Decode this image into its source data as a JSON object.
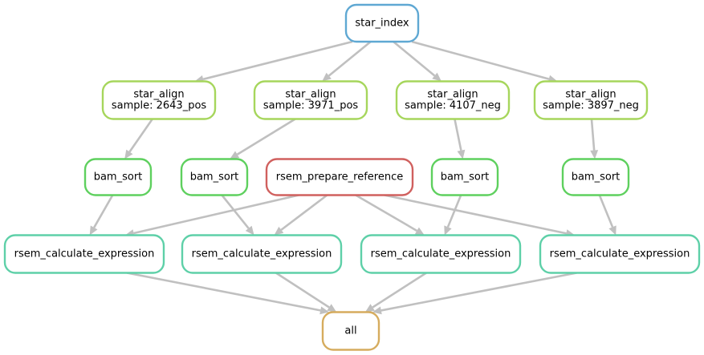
{
  "workflow": {
    "nodes": [
      {
        "id": "star_index",
        "lines": [
          "star_index"
        ],
        "color": "#5fa8d3"
      },
      {
        "id": "align_2643",
        "lines": [
          "star_align",
          "sample: 2643_pos"
        ],
        "color": "#a6d65c"
      },
      {
        "id": "align_3971",
        "lines": [
          "star_align",
          "sample: 3971_pos"
        ],
        "color": "#a6d65c"
      },
      {
        "id": "align_4107",
        "lines": [
          "star_align",
          "sample: 4107_neg"
        ],
        "color": "#a6d65c"
      },
      {
        "id": "align_3897",
        "lines": [
          "star_align",
          "sample: 3897_neg"
        ],
        "color": "#a6d65c"
      },
      {
        "id": "sort_1",
        "lines": [
          "bam_sort"
        ],
        "color": "#5ed05e"
      },
      {
        "id": "sort_2",
        "lines": [
          "bam_sort"
        ],
        "color": "#5ed05e"
      },
      {
        "id": "rsem_ref",
        "lines": [
          "rsem_prepare_reference"
        ],
        "color": "#d0605e"
      },
      {
        "id": "sort_3",
        "lines": [
          "bam_sort"
        ],
        "color": "#5ed05e"
      },
      {
        "id": "sort_4",
        "lines": [
          "bam_sort"
        ],
        "color": "#5ed05e"
      },
      {
        "id": "calc_1",
        "lines": [
          "rsem_calculate_expression"
        ],
        "color": "#5ed0a8"
      },
      {
        "id": "calc_2",
        "lines": [
          "rsem_calculate_expression"
        ],
        "color": "#5ed0a8"
      },
      {
        "id": "calc_3",
        "lines": [
          "rsem_calculate_expression"
        ],
        "color": "#5ed0a8"
      },
      {
        "id": "calc_4",
        "lines": [
          "rsem_calculate_expression"
        ],
        "color": "#5ed0a8"
      },
      {
        "id": "all",
        "lines": [
          "all"
        ],
        "color": "#d6ac5e"
      }
    ],
    "edges": [
      [
        "star_index",
        "align_2643"
      ],
      [
        "star_index",
        "align_3971"
      ],
      [
        "star_index",
        "align_4107"
      ],
      [
        "star_index",
        "align_3897"
      ],
      [
        "align_2643",
        "sort_1"
      ],
      [
        "align_3971",
        "sort_2"
      ],
      [
        "align_4107",
        "sort_3"
      ],
      [
        "align_3897",
        "sort_4"
      ],
      [
        "sort_1",
        "calc_1"
      ],
      [
        "sort_2",
        "calc_2"
      ],
      [
        "sort_3",
        "calc_3"
      ],
      [
        "sort_4",
        "calc_4"
      ],
      [
        "rsem_ref",
        "calc_1"
      ],
      [
        "rsem_ref",
        "calc_2"
      ],
      [
        "rsem_ref",
        "calc_3"
      ],
      [
        "rsem_ref",
        "calc_4"
      ],
      [
        "calc_1",
        "all"
      ],
      [
        "calc_2",
        "all"
      ],
      [
        "calc_3",
        "all"
      ],
      [
        "calc_4",
        "all"
      ]
    ]
  }
}
